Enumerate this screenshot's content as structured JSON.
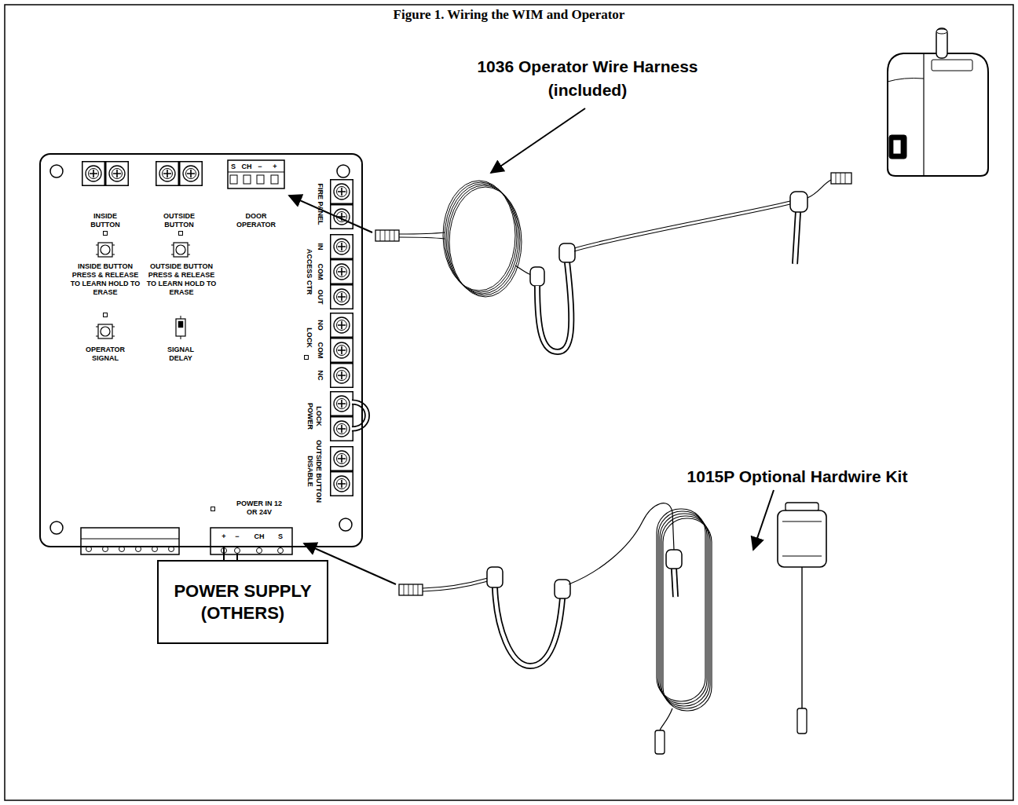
{
  "diagram": {
    "title": "Figure 1. Wiring the WIM and Operator",
    "nodes": [
      {
        "text": [
          "INSIDE BUTTON",
          "OUTSIDE BUTTON",
          "DOOR OPERATOR",
          "INSIDE BUTTON PRESS & RELEASE TO LEARN HOLD TO ERASE",
          "OUTSIDE BUTTON PRESS & RELEASE TO LEARN HOLD TO ERASE",
          "OPERATOR SIGNAL",
          "SIGNAL DELAY",
          "FIRE PANEL",
          "IN",
          "COM",
          "OUT",
          "ACCESS CTR",
          "NO",
          "COM",
          "NC",
          "LOCK",
          "LOCK POWER",
          "OUTSIDE BUTTON DISABLE",
          "POWER IN 12 OR 24V"
        ]
      },
      {
        "text": [
          "POWER SUPPLY (OTHERS)"
        ]
      }
    ],
    "edges": [
      {
        "from": 1,
        "to": 0,
        "arrow": "none"
      }
    ],
    "labels": [
      "1036 Operator Wire Harness (included)",
      "S",
      "CH",
      "−",
      "+",
      "+",
      "−",
      "CH",
      "S",
      "1015P Optional Hardwire Kit"
    ]
  }
}
